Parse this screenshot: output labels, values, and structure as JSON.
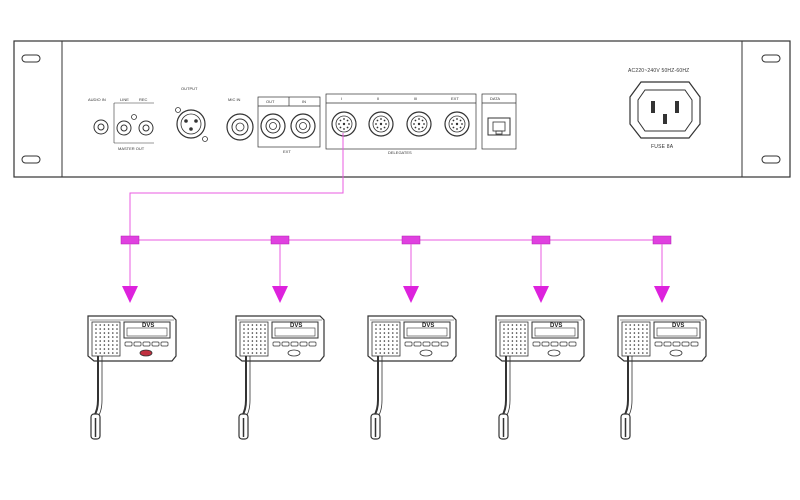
{
  "colors": {
    "line": "#333333",
    "cable": "#e85be0",
    "connector": "#e040e0",
    "arrow": "#dd22dd",
    "panel_fill": "#ffffff"
  },
  "rear_panel": {
    "audio_in_label": "AUDIO IN",
    "line_label": "LINE",
    "rec_label": "REC",
    "master_out_label": "MASTER OUT",
    "output_label": "OUTPUT",
    "mic_in_label": "MIC IN",
    "out_label": "OUT",
    "in_label": "IN",
    "ext_label": "EXT",
    "delegates_label": "DELEGATES",
    "port_labels": [
      "I",
      "II",
      "III",
      "EXT"
    ],
    "data_label": "DATA",
    "power_label": "AC220~240V 50HZ-60HZ",
    "fuse_label": "FUSE 8A"
  },
  "delegate_units": [
    {
      "brand": "DVS",
      "icon": "delegate-unit-icon"
    },
    {
      "brand": "DVS",
      "icon": "delegate-unit-icon"
    },
    {
      "brand": "DVS",
      "icon": "delegate-unit-icon"
    },
    {
      "brand": "DVS",
      "icon": "delegate-unit-icon"
    },
    {
      "brand": "DVS",
      "icon": "delegate-unit-icon"
    }
  ]
}
